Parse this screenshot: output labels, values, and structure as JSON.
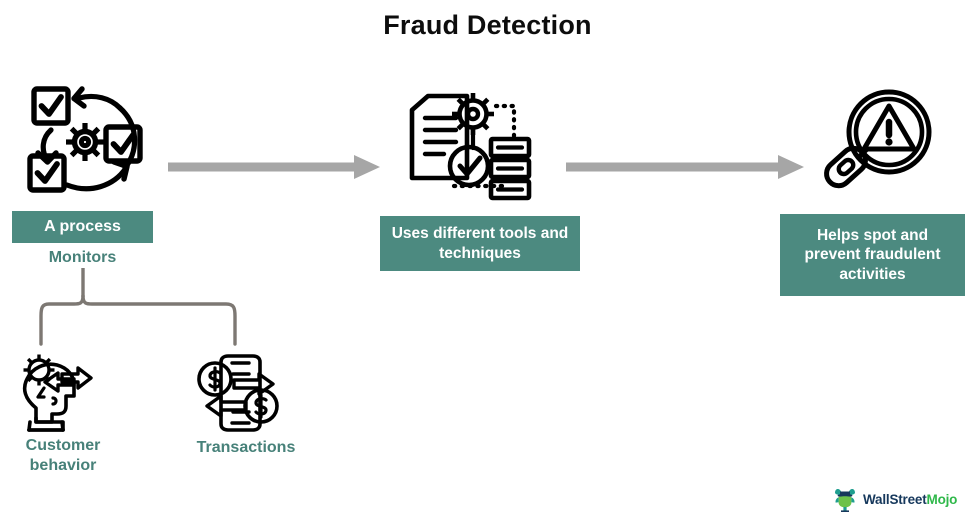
{
  "page": {
    "title": "Fraud Detection",
    "background_color": "#ffffff"
  },
  "theme": {
    "teal_box_fill": "#4c8a80",
    "teal_text": "#478179",
    "arrow_gray": "#a6a6a6",
    "bracket_gray": "#7d7873",
    "icon_black": "#000000",
    "title_color": "#0d0d0d"
  },
  "flow": {
    "steps": [
      {
        "id": "step-1",
        "icon": "process-cycle-icon",
        "icon_description": "circular arrows with checkboxes and gear",
        "box_label": "A process",
        "sub_label": "Monitors"
      },
      {
        "id": "step-2",
        "icon": "document-gear-database-icon",
        "icon_description": "document with gear, check circle and database stack",
        "box_label": "Uses different tools and techniques",
        "box_label_line1": "Uses different tools",
        "box_label_line2": "and techniques"
      },
      {
        "id": "step-3",
        "icon": "magnifier-warning-icon",
        "icon_description": "magnifying glass containing warning triangle",
        "box_label": "Helps spot and prevent fraudulent activities",
        "box_label_line1": "Helps spot and",
        "box_label_line2": "prevent fraudulent",
        "box_label_line3": "activities"
      }
    ],
    "arrows": [
      {
        "id": "arrow-1",
        "from": "step-1",
        "to": "step-2",
        "direction": "right"
      },
      {
        "id": "arrow-2",
        "from": "step-2",
        "to": "step-3",
        "direction": "right"
      }
    ]
  },
  "branches": {
    "parent": "Monitors",
    "items": [
      {
        "id": "branch-customer-behavior",
        "icon": "head-gear-exchange-icon",
        "icon_description": "human head profile with gear and exchange arrows",
        "label": "Customer behavior",
        "label_line1": "Customer",
        "label_line2": "behavior"
      },
      {
        "id": "branch-transactions",
        "icon": "money-exchange-icon",
        "icon_description": "document with two dollar coins and exchange arrows",
        "label": "Transactions"
      }
    ]
  },
  "logo": {
    "icon": "wallstreetmojo-bull-icon",
    "word_primary": "WallStreet",
    "word_accent": "Mojo",
    "primary_color": "#16385c",
    "accent_color": "#2fb84a"
  }
}
